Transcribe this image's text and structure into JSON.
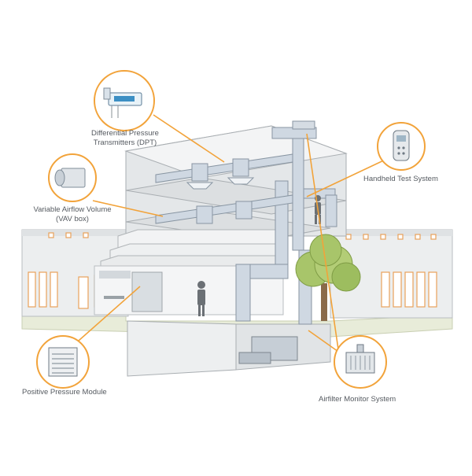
{
  "colors": {
    "callout_line": "#f2a33a",
    "callout_ring": "#f2a33a",
    "building_wall": "#e9ebec",
    "building_shade": "#d3d6d8",
    "duct": "#cfd8e2",
    "ground": "#e8ecd9",
    "window_frame": "#e9a15a",
    "tree_foliage": "#a8c56a",
    "text": "#555a60"
  },
  "callouts": {
    "dpt": {
      "line1": "Differential Pressure",
      "line2": "Transmitters (DPT)",
      "icon": "differential-pressure-transmitter-icon"
    },
    "vav": {
      "line1": "Variable Airflow Volume",
      "line2": "(VAV box)",
      "icon": "vav-box-icon"
    },
    "handheld": {
      "label": "Handheld Test System",
      "icon": "handheld-manometer-icon"
    },
    "ppm": {
      "label": "Positive Pressure Module",
      "icon": "positive-pressure-module-icon"
    },
    "airfilter": {
      "label": "Airfilter Monitor System",
      "icon": "airfilter-monitor-icon"
    }
  }
}
